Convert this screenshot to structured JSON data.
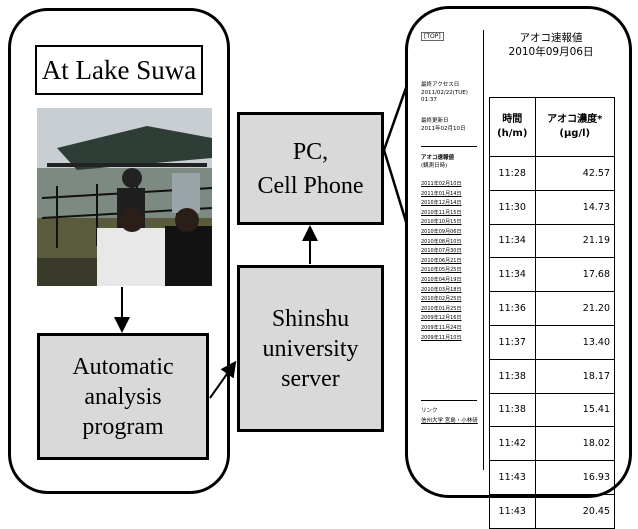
{
  "left": {
    "title": "At Lake Suwa",
    "photo_icon": "field-measurement-photo",
    "automatic_box": "Automatic\nanalysis\nprogram"
  },
  "middle": {
    "server_box": "Shinshu\nuniversity\nserver",
    "pc_box": "PC,\nCell Phone"
  },
  "web": {
    "top_link": "[TOP]",
    "last_access_label": "最終アクセス日",
    "last_access_value": "2011/02/22(TUE) 01:37",
    "last_update_label": "最終更新日",
    "last_update_value": "2011年02月10日",
    "flash_label": "アオコ速報値",
    "flash_sub": "(観測日時)",
    "dates": [
      "2011年02月10日",
      "2011年01月14日",
      "2010年12月14日",
      "2010年11月15日",
      "2010年10月15日",
      "2010年09月06日",
      "2010年08月10日",
      "2010年07月30日",
      "2010年06月21日",
      "2010年05月25日",
      "2010年04月19日",
      "2010年03月18日",
      "2010年02月25日",
      "2010年01月25日",
      "2009年12月16日",
      "2009年11月24日",
      "2009年11月10日"
    ],
    "link_label": "リンク",
    "link_value": "信州大学 宮島・小林研",
    "heading": "アオコ速報値",
    "heading_date": "2010年09月06日",
    "col_time": "時間\n(h/m)",
    "col_conc": "アオコ濃度*\n(μg/l)",
    "rows": [
      {
        "time": "11:28",
        "value": "42.57"
      },
      {
        "time": "11:30",
        "value": "14.73"
      },
      {
        "time": "11:34",
        "value": "21.19"
      },
      {
        "time": "11:34",
        "value": "17.68"
      },
      {
        "time": "11:36",
        "value": "21.20"
      },
      {
        "time": "11:37",
        "value": "13.40"
      },
      {
        "time": "11:38",
        "value": "18.17"
      },
      {
        "time": "11:38",
        "value": "15.41"
      },
      {
        "time": "11:42",
        "value": "18.02"
      },
      {
        "time": "11:43",
        "value": "16.93"
      },
      {
        "time": "11:43",
        "value": "20.45"
      }
    ]
  }
}
